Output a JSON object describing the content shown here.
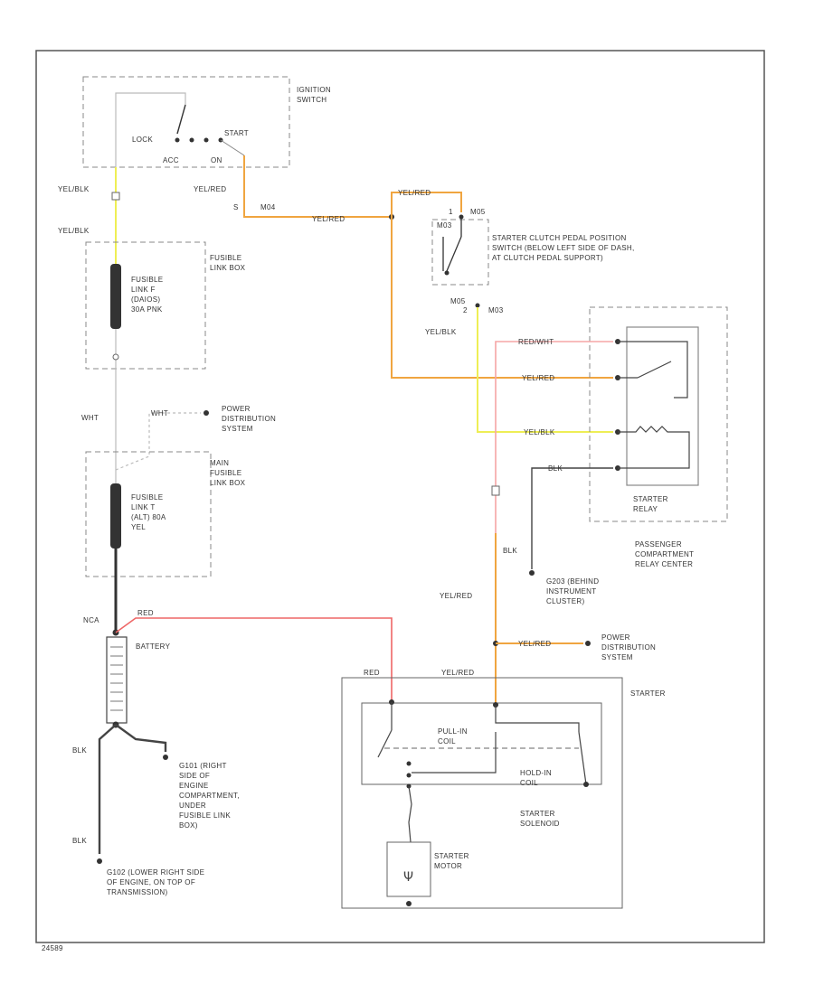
{
  "ignition_switch": {
    "name": "IGNITION SWITCH",
    "lock": "LOCK",
    "start": "START",
    "acc": "ACC",
    "on": "ON"
  },
  "fusible_link_box": {
    "name": "FUSIBLE LINK BOX",
    "link_f": "FUSIBLE LINK F (DAIOS) 30A PNK"
  },
  "main_fusible_link_box": {
    "name": "MAIN FUSIBLE LINK BOX",
    "link_t": "FUSIBLE LINK T (ALT) 80A YEL"
  },
  "power_distribution_top": "POWER DISTRIBUTION SYSTEM",
  "power_distribution_bottom": "POWER DISTRIBUTION SYSTEM",
  "clutch_switch": {
    "name": "STARTER CLUTCH PEDAL POSITION SWITCH (BELOW LEFT SIDE OF DASH, AT CLUTCH PEDAL SUPPORT)",
    "pin1": "1",
    "pin2": "2",
    "m05": "M05",
    "m04": "M04",
    "m03": "M03"
  },
  "starter_relay": {
    "name": "STARTER RELAY",
    "center": "PASSENGER COMPARTMENT RELAY CENTER"
  },
  "grounds": {
    "g203": "G203 (BEHIND INSTRUMENT CLUSTER)",
    "g101": "G101 (RIGHT SIDE OF ENGINE COMPARTMENT, UNDER FUSIBLE LINK BOX)",
    "g102": "G102 (LOWER RIGHT SIDE OF ENGINE, ON TOP OF TRANSMISSION)"
  },
  "battery": "BATTERY",
  "starter": {
    "name": "STARTER",
    "pull_in": "PULL-IN COIL",
    "hold_in": "HOLD-IN COIL",
    "solenoid": "STARTER SOLENOID",
    "motor": "STARTER MOTOR"
  },
  "wires": {
    "yel_blk_1": "YEL/BLK",
    "yel_blk_2": "YEL/BLK",
    "yel_blk_3": "YEL/BLK",
    "yel_blk_4": "YEL/BLK",
    "yel_red_1": "YEL/RED",
    "yel_red_2": "YEL/RED",
    "yel_red_3": "YEL/RED",
    "yel_red_4": "YEL/RED",
    "yel_red_5": "YEL/RED",
    "yel_red_6": "YEL/RED",
    "yel_red_7": "YEL/RED",
    "red_wht": "RED/WHT",
    "blk_relay": "BLK",
    "blk_g203": "BLK",
    "blk_1": "BLK",
    "blk_2": "BLK",
    "wht_1": "WHT",
    "wht_2": "WHT",
    "red_1": "RED",
    "red_2": "RED",
    "nca": "NCA",
    "s_pin": "S"
  },
  "footer": "24589"
}
